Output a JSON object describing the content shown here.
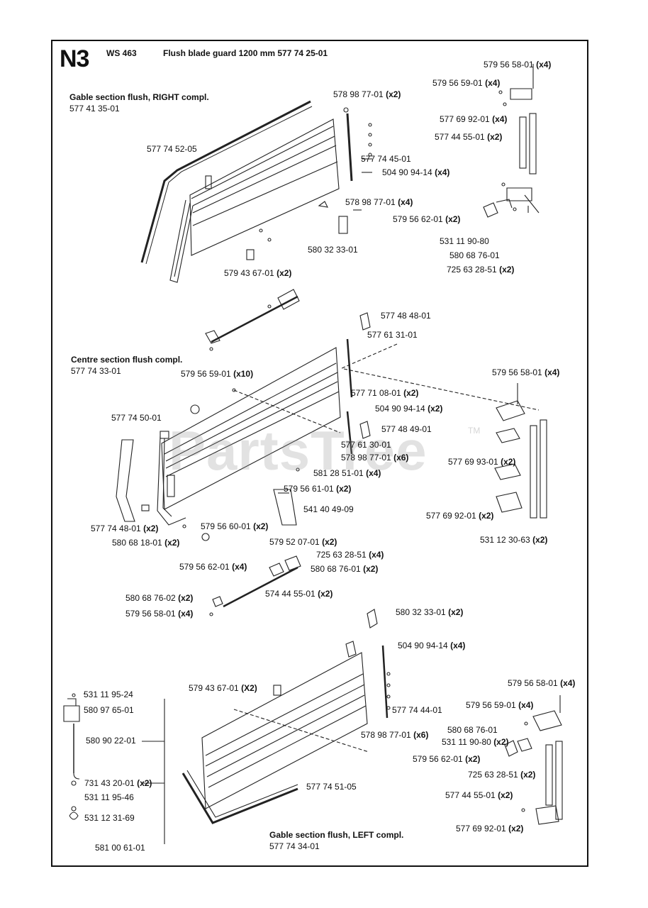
{
  "page": {
    "section_id": "N3",
    "model": "WS 463",
    "title": "Flush blade guard 1200 mm 577 74 25-01"
  },
  "watermark": {
    "text": "PartsTree",
    "mark": "TM"
  },
  "groups": [
    {
      "key": "gable_right",
      "title": "Gable section flush, RIGHT compl.",
      "number": "577 41 35-01"
    },
    {
      "key": "centre",
      "title": "Centre section flush compl.",
      "number": "577 74 33-01"
    },
    {
      "key": "gable_left",
      "title": "Gable section flush, LEFT compl.",
      "number": "577 74 34-01"
    }
  ],
  "parts": [
    {
      "id": "p1",
      "num": "579 56 58-01",
      "qty": "(x4)"
    },
    {
      "id": "p2",
      "num": "579 56 59-01",
      "qty": "(x4)"
    },
    {
      "id": "p3",
      "num": "578 98 77-01",
      "qty": "(x2)"
    },
    {
      "id": "p4",
      "num": "577 69 92-01",
      "qty": "(x4)"
    },
    {
      "id": "p5",
      "num": "577 44 55-01",
      "qty": "(x2)"
    },
    {
      "id": "p6",
      "num": "577 74 52-05",
      "qty": ""
    },
    {
      "id": "p7",
      "num": "577 74 45-01",
      "qty": ""
    },
    {
      "id": "p8",
      "num": "504 90 94-14",
      "qty": "(x4)"
    },
    {
      "id": "p9",
      "num": "578 98 77-01",
      "qty": "(x4)"
    },
    {
      "id": "p10",
      "num": "579 56 62-01",
      "qty": "(x2)"
    },
    {
      "id": "p11",
      "num": "580 32 33-01",
      "qty": ""
    },
    {
      "id": "p12",
      "num": "531 11 90-80",
      "qty": ""
    },
    {
      "id": "p13",
      "num": "580 68 76-01",
      "qty": ""
    },
    {
      "id": "p14",
      "num": "579 43 67-01",
      "qty": "(x2)"
    },
    {
      "id": "p15",
      "num": "725 63 28-51",
      "qty": "(x2)"
    },
    {
      "id": "p16",
      "num": "577 48 48-01",
      "qty": ""
    },
    {
      "id": "p17",
      "num": "577 61 31-01",
      "qty": ""
    },
    {
      "id": "p18",
      "num": "579 56 59-01",
      "qty": "(x10)"
    },
    {
      "id": "p19",
      "num": "579 56 58-01",
      "qty": "(x4)"
    },
    {
      "id": "p20",
      "num": "577 71 08-01",
      "qty": "(x2)"
    },
    {
      "id": "p21",
      "num": "504 90 94-14",
      "qty": "(x2)"
    },
    {
      "id": "p22",
      "num": "577 74 50-01",
      "qty": ""
    },
    {
      "id": "p23",
      "num": "577 48 49-01",
      "qty": ""
    },
    {
      "id": "p24",
      "num": "577 61 30-01",
      "qty": ""
    },
    {
      "id": "p25",
      "num": "578 98 77-01",
      "qty": "(x6)"
    },
    {
      "id": "p26",
      "num": "577 69 93-01",
      "qty": "(x2)"
    },
    {
      "id": "p27",
      "num": "581 28 51-01",
      "qty": "(x4)"
    },
    {
      "id": "p28",
      "num": "579 56 61-01",
      "qty": "(x2)"
    },
    {
      "id": "p29",
      "num": "541 40 49-09",
      "qty": ""
    },
    {
      "id": "p30",
      "num": "577 69 92-01",
      "qty": "(x2)"
    },
    {
      "id": "p31",
      "num": "577 74 48-01",
      "qty": "(x2)"
    },
    {
      "id": "p32",
      "num": "579 56 60-01",
      "qty": "(x2)"
    },
    {
      "id": "p33",
      "num": "580 68 18-01",
      "qty": "(x2)"
    },
    {
      "id": "p34",
      "num": "531 12 30-63",
      "qty": "(x2)"
    },
    {
      "id": "p35",
      "num": "579 52 07-01",
      "qty": "(x2)"
    },
    {
      "id": "p36",
      "num": "725 63 28-51",
      "qty": "(x4)"
    },
    {
      "id": "p37",
      "num": "579 56 62-01",
      "qty": "(x4)"
    },
    {
      "id": "p38",
      "num": "580 68 76-01",
      "qty": "(x2)"
    },
    {
      "id": "p39",
      "num": "580 68 76-02",
      "qty": "(x2)"
    },
    {
      "id": "p40",
      "num": "574 44 55-01",
      "qty": "(x2)"
    },
    {
      "id": "p41",
      "num": "579 56 58-01",
      "qty": "(x4)"
    },
    {
      "id": "p42",
      "num": "580 32 33-01",
      "qty": "(x2)"
    },
    {
      "id": "p43",
      "num": "504 90 94-14",
      "qty": "(x4)"
    },
    {
      "id": "p44",
      "num": "531 11 95-24",
      "qty": ""
    },
    {
      "id": "p45",
      "num": "579 43 67-01",
      "qty": "(X2)"
    },
    {
      "id": "p46",
      "num": "579 56 58-01",
      "qty": "(x4)"
    },
    {
      "id": "p47",
      "num": "580 97 65-01",
      "qty": ""
    },
    {
      "id": "p48",
      "num": "579 56 59-01",
      "qty": "(x4)"
    },
    {
      "id": "p49",
      "num": "577 74 44-01",
      "qty": ""
    },
    {
      "id": "p50",
      "num": "580 68 76-01",
      "qty": ""
    },
    {
      "id": "p51",
      "num": "580 90 22-01",
      "qty": ""
    },
    {
      "id": "p52",
      "num": "578 98 77-01",
      "qty": "(x6)"
    },
    {
      "id": "p53",
      "num": "531 11 90-80",
      "qty": "(x2)"
    },
    {
      "id": "p54",
      "num": "579 56 62-01",
      "qty": "(x2)"
    },
    {
      "id": "p55",
      "num": "725 63 28-51",
      "qty": "(x2)"
    },
    {
      "id": "p56",
      "num": "731 43 20-01",
      "qty": "(x2)"
    },
    {
      "id": "p57",
      "num": "577 74 51-05",
      "qty": ""
    },
    {
      "id": "p58",
      "num": "531 11 95-46",
      "qty": ""
    },
    {
      "id": "p59",
      "num": "577 44 55-01",
      "qty": "(x2)"
    },
    {
      "id": "p60",
      "num": "531 12 31-69",
      "qty": ""
    },
    {
      "id": "p61",
      "num": "577 69 92-01",
      "qty": "(x2)"
    },
    {
      "id": "p62",
      "num": "581 00 61-01",
      "qty": ""
    }
  ]
}
